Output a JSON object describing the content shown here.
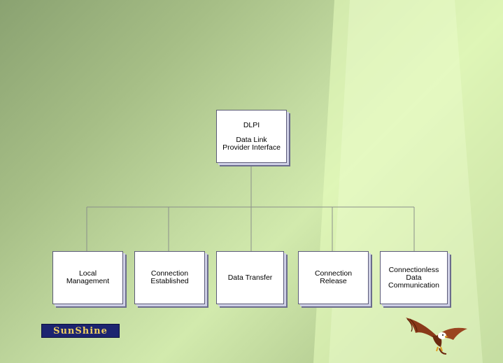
{
  "root": {
    "title": "DLPI",
    "subtitle": "Data Link\nProvider Interface"
  },
  "children": [
    {
      "label": "Local\nManagement"
    },
    {
      "label": "Connection\nEstablished"
    },
    {
      "label": "Data Transfer"
    },
    {
      "label": "Connection\nRelease"
    },
    {
      "label": "Connectionless\nData\nCommunication"
    }
  ],
  "logo": {
    "text": "SunShine",
    "icon": "sunshine-logo"
  },
  "decoration": {
    "icon": "eagle-icon"
  },
  "colors": {
    "connector": "#8a8f8a",
    "box_border": "#5b5b78",
    "logo_bg": "#1c2470",
    "logo_text": "#f0d060"
  }
}
